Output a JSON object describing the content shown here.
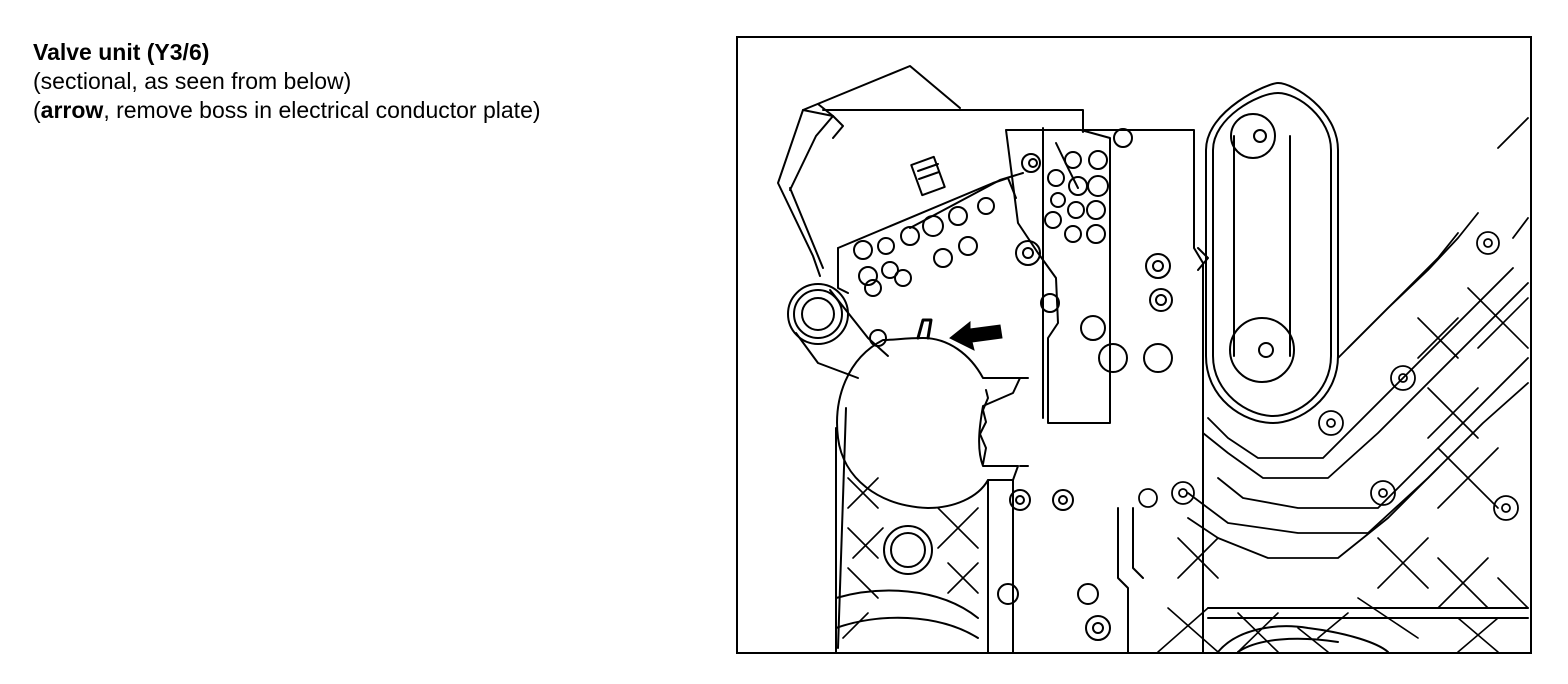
{
  "caption": {
    "title": "Valve unit (Y3/6)",
    "line1": "(sectional, as seen from below)",
    "line2_open": "(",
    "line2_bold": "arrow",
    "line2_rest": ", remove boss in electrical conductor plate)"
  },
  "figure": {
    "stroke_color": "#000000",
    "background_color": "#ffffff",
    "arrow_color": "#000000"
  }
}
